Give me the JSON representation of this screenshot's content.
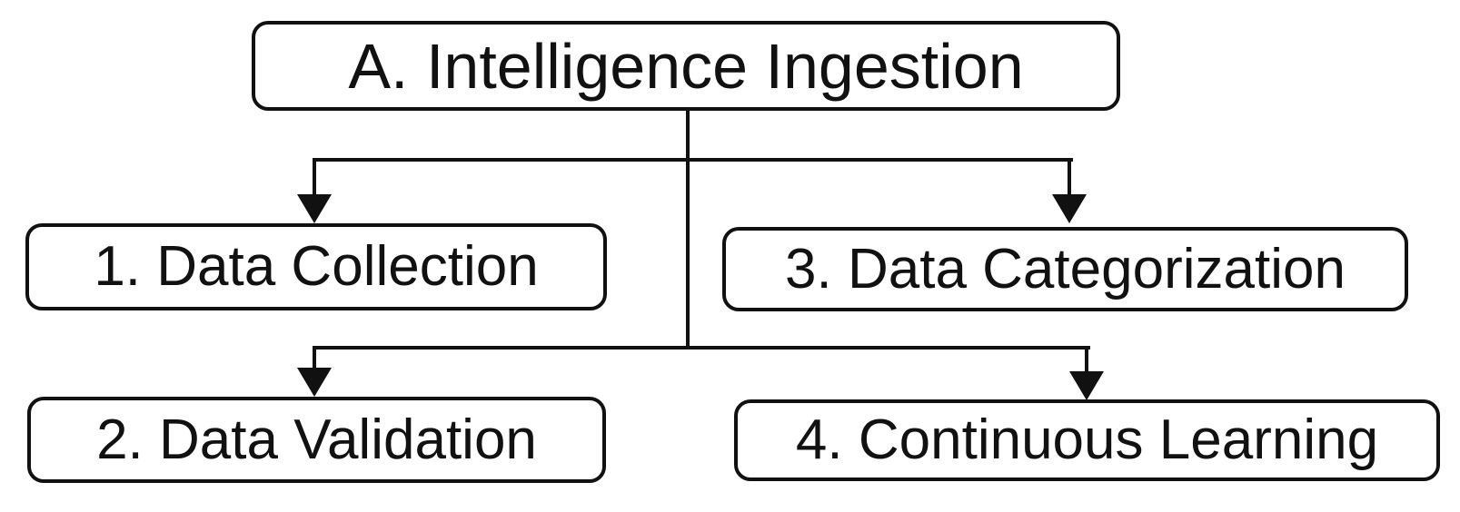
{
  "diagram": {
    "type": "flowchart",
    "background_color": "#ffffff",
    "connector_color": "#111111",
    "text_color": "#111111",
    "root": {
      "label": "A. Intelligence Ingestion"
    },
    "children": [
      {
        "label": "1. Data Collection",
        "row": "middle",
        "side": "left"
      },
      {
        "label": "3. Data Categorization",
        "row": "middle",
        "side": "right"
      },
      {
        "label": "2. Data Validation",
        "row": "bottom",
        "side": "left"
      },
      {
        "label": "4. Continuous Learning",
        "row": "bottom",
        "side": "right"
      }
    ],
    "edges": [
      {
        "from": "A. Intelligence Ingestion",
        "to": "1. Data Collection"
      },
      {
        "from": "A. Intelligence Ingestion",
        "to": "3. Data Categorization"
      },
      {
        "from": "A. Intelligence Ingestion",
        "to": "2. Data Validation"
      },
      {
        "from": "A. Intelligence Ingestion",
        "to": "4. Continuous Learning"
      }
    ]
  }
}
